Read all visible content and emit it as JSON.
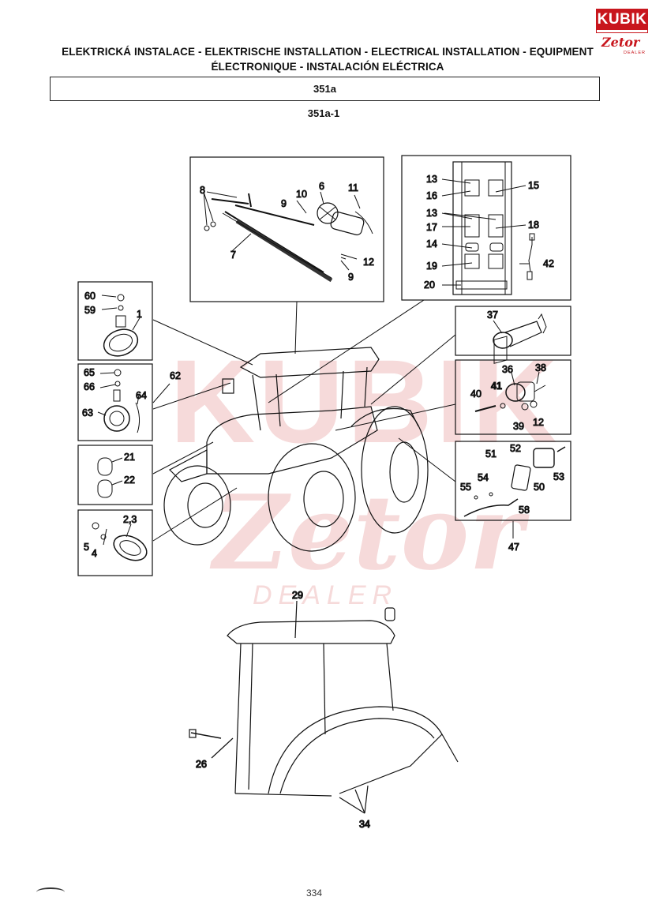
{
  "header": {
    "title_line1": "ELEKTRICKÁ INSTALACE - ELEKTRISCHE INSTALLATION - ELECTRICAL INSTALLATION - EQUIPMENT",
    "title_line2": "ÉLECTRONIQUE - INSTALACIÓN ELÉCTRICA",
    "code": "351a",
    "subcode": "351a-1"
  },
  "logo": {
    "brand_top": "KUBIK",
    "brand_bottom": "Zetor",
    "tag": "DEALER"
  },
  "watermark": {
    "word1": "KUBIK",
    "word2": "Zetor",
    "word3": "DEALER",
    "color": "#f2c9c9"
  },
  "callouts": {
    "wiper": [
      "8",
      "10",
      "6",
      "11",
      "9",
      "7",
      "12",
      "9"
    ],
    "fusebox": [
      "13",
      "16",
      "13",
      "17",
      "14",
      "19",
      "20",
      "15",
      "18",
      "42"
    ],
    "work_lamp": [
      "60",
      "59",
      "1"
    ],
    "mirror": [
      "65",
      "66",
      "63",
      "64",
      "62"
    ],
    "bulbs": [
      "21",
      "22"
    ],
    "front_lamp": [
      "2,3",
      "5",
      "4"
    ],
    "beacon_plug": [
      "37"
    ],
    "socket": [
      "36",
      "38",
      "40",
      "41",
      "39",
      "12"
    ],
    "plate_lamp": [
      "51",
      "52",
      "54",
      "53",
      "55",
      "50",
      "58",
      "47"
    ],
    "cab": [
      "29",
      "26",
      "34"
    ]
  },
  "footer": {
    "page_number": "334"
  }
}
